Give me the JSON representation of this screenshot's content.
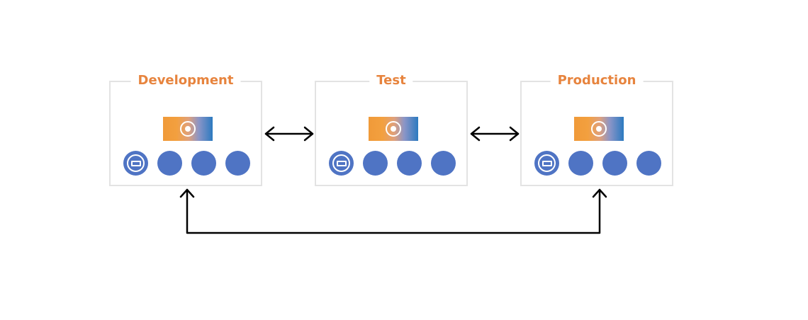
{
  "environments": [
    {
      "label": "Development"
    },
    {
      "label": "Test"
    },
    {
      "label": "Production"
    }
  ],
  "colors": {
    "title": "#e7843e",
    "node": "#4f74c4",
    "border": "#e3e3e3",
    "arrow": "#000000"
  },
  "icons": {
    "service": "target-icon",
    "node_control": "minus-icon"
  }
}
